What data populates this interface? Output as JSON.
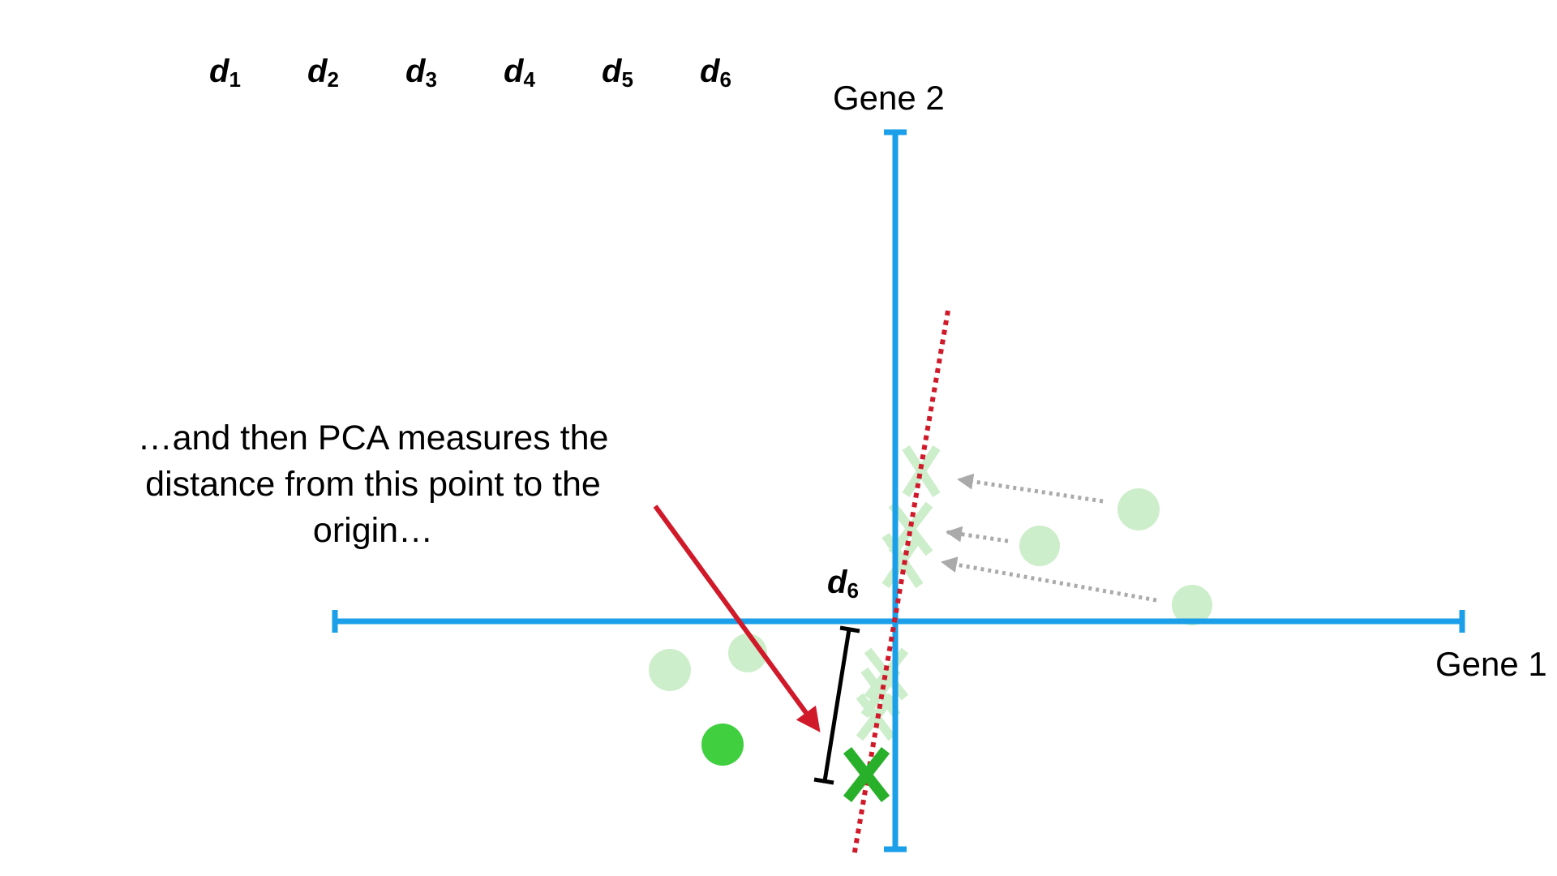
{
  "distance_labels": [
    {
      "base": "d",
      "sub": "1"
    },
    {
      "base": "d",
      "sub": "2"
    },
    {
      "base": "d",
      "sub": "3"
    },
    {
      "base": "d",
      "sub": "4"
    },
    {
      "base": "d",
      "sub": "5"
    },
    {
      "base": "d",
      "sub": "6"
    }
  ],
  "highlight_label": {
    "base": "d",
    "sub": "6"
  },
  "axes": {
    "x_label": "Gene 1",
    "y_label": "Gene 2"
  },
  "caption": "…and then PCA measures the distance from this point to the origin…",
  "colors": {
    "axis": "#1a9fe8",
    "fit_line": "#d01a2a",
    "arrow": "#d01a2a",
    "point_faded": "#cdeecb",
    "point_highlight": "#3fcf3f",
    "x_marker_highlight": "#29b02a",
    "projection_arrow": "#aaaaaa",
    "distance_bar": "#000000"
  },
  "icons": {
    "projected_point": "x-mark-icon",
    "data_point": "circle-icon"
  }
}
